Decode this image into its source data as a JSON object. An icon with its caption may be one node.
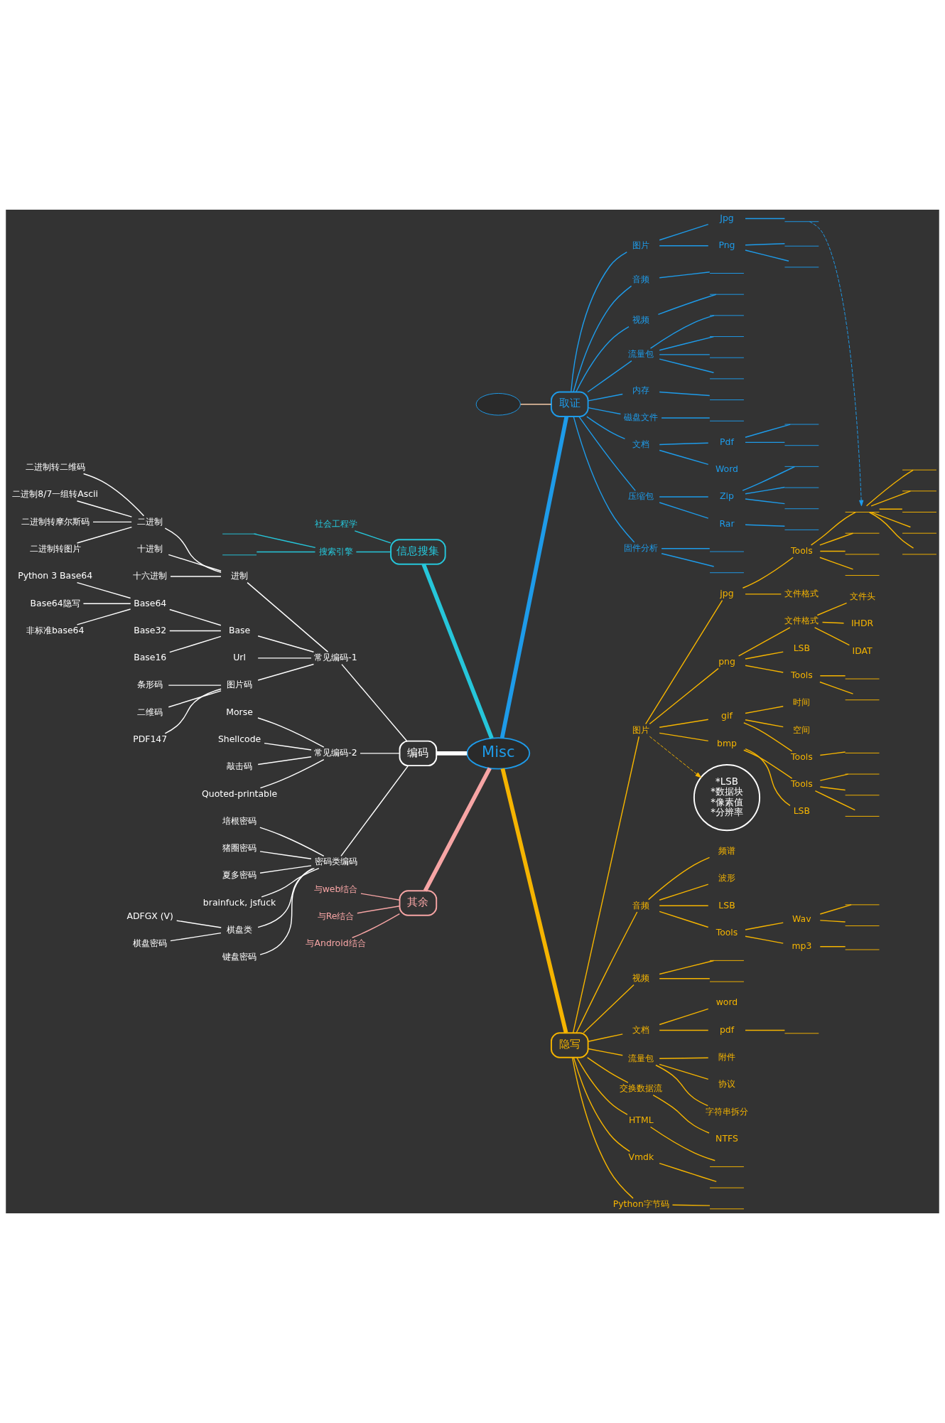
{
  "diagram": {
    "nodes": [
      {
        "text": [
          "Misc"
        ]
      },
      {
        "text": [],
        "shape": "ellipse"
      },
      {
        "text": [
          "取证"
        ]
      },
      {
        "text": [
          "图片"
        ]
      },
      {
        "text": [
          "Jpg"
        ]
      },
      {
        "text": [],
        "shape": "bar"
      },
      {
        "text": [
          "Png"
        ]
      },
      {
        "text": [],
        "shape": "bar"
      },
      {
        "text": [],
        "shape": "bar"
      },
      {
        "text": [
          "音频"
        ]
      },
      {
        "text": [],
        "shape": "bar"
      },
      {
        "text": [
          "视频"
        ]
      },
      {
        "text": [],
        "shape": "bar"
      },
      {
        "text": [
          "流量包"
        ]
      },
      {
        "text": [],
        "shape": "bar"
      },
      {
        "text": [],
        "shape": "bar"
      },
      {
        "text": [],
        "shape": "bar"
      },
      {
        "text": [],
        "shape": "bar"
      },
      {
        "text": [
          "内存"
        ]
      },
      {
        "text": [],
        "shape": "bar"
      },
      {
        "text": [
          "磁盘文件"
        ]
      },
      {
        "text": [],
        "shape": "bar"
      },
      {
        "text": [
          "文档"
        ]
      },
      {
        "text": [
          "Pdf"
        ]
      },
      {
        "text": [],
        "shape": "bar"
      },
      {
        "text": [],
        "shape": "bar"
      },
      {
        "text": [
          "Word"
        ]
      },
      {
        "text": [
          "压缩包"
        ]
      },
      {
        "text": [
          "Zip"
        ]
      },
      {
        "text": [],
        "shape": "bar"
      },
      {
        "text": [],
        "shape": "bar"
      },
      {
        "text": [],
        "shape": "bar"
      },
      {
        "text": [
          "Rar"
        ]
      },
      {
        "text": [],
        "shape": "bar"
      },
      {
        "text": [
          "固件分析"
        ]
      },
      {
        "text": [],
        "shape": "bar"
      },
      {
        "text": [],
        "shape": "bar"
      },
      {
        "text": [
          "信息搜集"
        ]
      },
      {
        "text": [
          "社会工程学"
        ]
      },
      {
        "text": [
          "搜索引擎"
        ]
      },
      {
        "text": [],
        "shape": "bar"
      },
      {
        "text": [],
        "shape": "bar"
      },
      {
        "text": [
          "编码"
        ]
      },
      {
        "text": [
          "常见编码-1"
        ]
      },
      {
        "text": [
          "进制"
        ]
      },
      {
        "text": [
          "二进制"
        ]
      },
      {
        "text": [
          "二进制转二维码"
        ]
      },
      {
        "text": [
          "二进制8/7一组转Ascii"
        ]
      },
      {
        "text": [
          "二进制转摩尔斯码"
        ]
      },
      {
        "text": [
          "二进制转图片"
        ]
      },
      {
        "text": [
          "十进制"
        ]
      },
      {
        "text": [
          "十六进制"
        ]
      },
      {
        "text": [
          "Base"
        ]
      },
      {
        "text": [
          "Base64"
        ]
      },
      {
        "text": [
          "Python 3 Base64"
        ]
      },
      {
        "text": [
          "Base64隐写"
        ]
      },
      {
        "text": [
          "非标准base64"
        ]
      },
      {
        "text": [
          "Base32"
        ]
      },
      {
        "text": [
          "Base16"
        ]
      },
      {
        "text": [
          "Url"
        ]
      },
      {
        "text": [
          "图片码"
        ]
      },
      {
        "text": [
          "条形码"
        ]
      },
      {
        "text": [
          "二维码"
        ]
      },
      {
        "text": [
          "PDF147"
        ]
      },
      {
        "text": [
          "常见编码-2"
        ]
      },
      {
        "text": [
          "Morse"
        ]
      },
      {
        "text": [
          "Shellcode"
        ]
      },
      {
        "text": [
          "敲击码"
        ]
      },
      {
        "text": [
          "Quoted-printable"
        ]
      },
      {
        "text": [
          "密码类编码"
        ]
      },
      {
        "text": [
          "培根密码"
        ]
      },
      {
        "text": [
          "猪圈密码"
        ]
      },
      {
        "text": [
          "夏多密码"
        ]
      },
      {
        "text": [
          "brainfuck, jsfuck"
        ]
      },
      {
        "text": [
          "棋盘类"
        ]
      },
      {
        "text": [
          "ADFGX (V)"
        ]
      },
      {
        "text": [
          "棋盘密码"
        ]
      },
      {
        "text": [
          "键盘密码"
        ]
      },
      {
        "text": [
          "其余"
        ]
      },
      {
        "text": [
          "与web结合"
        ]
      },
      {
        "text": [
          "与Re结合"
        ]
      },
      {
        "text": [
          "与Android结合"
        ]
      },
      {
        "text": [
          "隐写"
        ]
      },
      {
        "text": [
          "图片"
        ]
      },
      {
        "text": [
          "jpg"
        ]
      },
      {
        "text": [
          "Tools"
        ]
      },
      {
        "text": [],
        "shape": "bar"
      },
      {
        "text": [],
        "shape": "bar"
      },
      {
        "text": [],
        "shape": "bar"
      },
      {
        "text": [],
        "shape": "bar"
      },
      {
        "text": [],
        "shape": "bar"
      },
      {
        "text": [],
        "shape": "bar"
      },
      {
        "text": [],
        "shape": "bar"
      },
      {
        "text": [],
        "shape": "bar"
      },
      {
        "text": [],
        "shape": "bar"
      },
      {
        "text": [
          "文件格式"
        ]
      },
      {
        "text": [
          "png"
        ]
      },
      {
        "text": [
          "文件格式"
        ]
      },
      {
        "text": [
          "文件头"
        ]
      },
      {
        "text": [
          "IHDR"
        ]
      },
      {
        "text": [
          "IDAT"
        ]
      },
      {
        "text": [
          "LSB"
        ]
      },
      {
        "text": [
          "Tools"
        ]
      },
      {
        "text": [],
        "shape": "bar"
      },
      {
        "text": [],
        "shape": "bar"
      },
      {
        "text": [
          "gif"
        ]
      },
      {
        "text": [
          "时间"
        ]
      },
      {
        "text": [
          "空间"
        ]
      },
      {
        "text": [
          "Tools"
        ]
      },
      {
        "text": [],
        "shape": "bar"
      },
      {
        "text": [
          "bmp"
        ]
      },
      {
        "text": [
          "Tools"
        ]
      },
      {
        "text": [],
        "shape": "bar"
      },
      {
        "text": [],
        "shape": "bar"
      },
      {
        "text": [],
        "shape": "bar"
      },
      {
        "text": [
          "LSB"
        ]
      },
      {
        "text": [
          "音频"
        ]
      },
      {
        "text": [
          "频谱"
        ]
      },
      {
        "text": [
          "波形"
        ]
      },
      {
        "text": [
          "LSB"
        ]
      },
      {
        "text": [
          "Tools"
        ]
      },
      {
        "text": [
          "Wav"
        ]
      },
      {
        "text": [],
        "shape": "bar"
      },
      {
        "text": [],
        "shape": "bar"
      },
      {
        "text": [
          "mp3"
        ]
      },
      {
        "text": [],
        "shape": "bar"
      },
      {
        "text": [
          "视频"
        ]
      },
      {
        "text": [],
        "shape": "bar"
      },
      {
        "text": [],
        "shape": "bar"
      },
      {
        "text": [
          "文档"
        ]
      },
      {
        "text": [
          "word"
        ]
      },
      {
        "text": [
          "pdf"
        ]
      },
      {
        "text": [],
        "shape": "bar"
      },
      {
        "text": [
          "流量包"
        ]
      },
      {
        "text": [
          "附件"
        ]
      },
      {
        "text": [
          "协议"
        ]
      },
      {
        "text": [
          "字符串拆分"
        ]
      },
      {
        "text": [
          "交换数据流"
        ]
      },
      {
        "text": [
          "NTFS"
        ]
      },
      {
        "text": [
          "HTML"
        ]
      },
      {
        "text": [],
        "shape": "bar"
      },
      {
        "text": [
          "Vmdk"
        ]
      },
      {
        "text": [],
        "shape": "bar"
      },
      {
        "text": [
          "Python字节码"
        ]
      },
      {
        "text": [],
        "shape": "bar"
      },
      {
        "text": [
          "*LSB",
          "*数据块",
          "*像素值",
          "*分辨率"
        ]
      }
    ],
    "edges": [
      {
        "from": 0,
        "to": 2,
        "arrow": "none",
        "style": "thick",
        "color": "#1e9be9"
      },
      {
        "from": 1,
        "to": 2,
        "arrow": "none",
        "color": "#f5cba7"
      },
      {
        "from": 2,
        "to": 3,
        "arrow": "none",
        "color": "#1e9be9"
      },
      {
        "from": 3,
        "to": 4,
        "arrow": "none",
        "color": "#1e9be9"
      },
      {
        "from": 4,
        "to": 5,
        "arrow": "none",
        "color": "#1e9be9"
      },
      {
        "from": 3,
        "to": 6,
        "arrow": "none",
        "color": "#1e9be9"
      },
      {
        "from": 6,
        "to": 7,
        "arrow": "none",
        "color": "#1e9be9"
      },
      {
        "from": 6,
        "to": 8,
        "arrow": "none",
        "color": "#1e9be9"
      },
      {
        "from": 2,
        "to": 9,
        "arrow": "none",
        "color": "#1e9be9"
      },
      {
        "from": 9,
        "to": 10,
        "arrow": "none",
        "color": "#1e9be9"
      },
      {
        "from": 2,
        "to": 11,
        "arrow": "none",
        "color": "#1e9be9"
      },
      {
        "from": 11,
        "to": 12,
        "arrow": "none",
        "color": "#1e9be9"
      },
      {
        "from": 2,
        "to": 13,
        "arrow": "none",
        "color": "#1e9be9"
      },
      {
        "from": 13,
        "to": 14,
        "arrow": "none",
        "color": "#1e9be9"
      },
      {
        "from": 13,
        "to": 15,
        "arrow": "none",
        "color": "#1e9be9"
      },
      {
        "from": 13,
        "to": 16,
        "arrow": "none",
        "color": "#1e9be9"
      },
      {
        "from": 13,
        "to": 17,
        "arrow": "none",
        "color": "#1e9be9"
      },
      {
        "from": 2,
        "to": 18,
        "arrow": "none",
        "color": "#1e9be9"
      },
      {
        "from": 18,
        "to": 19,
        "arrow": "none",
        "color": "#1e9be9"
      },
      {
        "from": 2,
        "to": 20,
        "arrow": "none",
        "color": "#1e9be9"
      },
      {
        "from": 20,
        "to": 21,
        "arrow": "none",
        "color": "#1e9be9"
      },
      {
        "from": 2,
        "to": 22,
        "arrow": "none",
        "color": "#1e9be9"
      },
      {
        "from": 22,
        "to": 23,
        "arrow": "none",
        "color": "#1e9be9"
      },
      {
        "from": 23,
        "to": 24,
        "arrow": "none",
        "color": "#1e9be9"
      },
      {
        "from": 23,
        "to": 25,
        "arrow": "none",
        "color": "#1e9be9"
      },
      {
        "from": 22,
        "to": 26,
        "arrow": "none",
        "color": "#1e9be9"
      },
      {
        "from": 2,
        "to": 27,
        "arrow": "none",
        "color": "#1e9be9"
      },
      {
        "from": 27,
        "to": 28,
        "arrow": "none",
        "color": "#1e9be9"
      },
      {
        "from": 28,
        "to": 29,
        "arrow": "none",
        "color": "#1e9be9"
      },
      {
        "from": 28,
        "to": 30,
        "arrow": "none",
        "color": "#1e9be9"
      },
      {
        "from": 28,
        "to": 31,
        "arrow": "none",
        "color": "#1e9be9"
      },
      {
        "from": 27,
        "to": 32,
        "arrow": "none",
        "color": "#1e9be9"
      },
      {
        "from": 32,
        "to": 33,
        "arrow": "none",
        "color": "#1e9be9"
      },
      {
        "from": 2,
        "to": 34,
        "arrow": "none",
        "color": "#1e9be9"
      },
      {
        "from": 34,
        "to": 35,
        "arrow": "none",
        "color": "#1e9be9"
      },
      {
        "from": 34,
        "to": 36,
        "arrow": "none",
        "color": "#1e9be9"
      },
      {
        "from": 0,
        "to": 37,
        "arrow": "none",
        "style": "thick",
        "color": "#26c6da"
      },
      {
        "from": 37,
        "to": 38,
        "arrow": "none",
        "color": "#26c6da"
      },
      {
        "from": 37,
        "to": 39,
        "arrow": "none",
        "color": "#26c6da"
      },
      {
        "from": 39,
        "to": 40,
        "arrow": "none",
        "color": "#26c6da"
      },
      {
        "from": 39,
        "to": 41,
        "arrow": "none",
        "color": "#26c6da"
      },
      {
        "from": 0,
        "to": 42,
        "arrow": "none",
        "style": "thick",
        "color": "#ffffff"
      },
      {
        "from": 42,
        "to": 43,
        "arrow": "none",
        "color": "#ffffff"
      },
      {
        "from": 43,
        "to": 44,
        "arrow": "none",
        "color": "#ffffff"
      },
      {
        "from": 44,
        "to": 45,
        "arrow": "none",
        "color": "#ffffff"
      },
      {
        "from": 45,
        "to": 46,
        "arrow": "none",
        "color": "#ffffff"
      },
      {
        "from": 45,
        "to": 47,
        "arrow": "none",
        "color": "#ffffff"
      },
      {
        "from": 45,
        "to": 48,
        "arrow": "none",
        "color": "#ffffff"
      },
      {
        "from": 45,
        "to": 49,
        "arrow": "none",
        "color": "#ffffff"
      },
      {
        "from": 44,
        "to": 50,
        "arrow": "none",
        "color": "#ffffff"
      },
      {
        "from": 44,
        "to": 51,
        "arrow": "none",
        "color": "#ffffff"
      },
      {
        "from": 43,
        "to": 52,
        "arrow": "none",
        "color": "#ffffff"
      },
      {
        "from": 52,
        "to": 53,
        "arrow": "none",
        "color": "#ffffff"
      },
      {
        "from": 53,
        "to": 54,
        "arrow": "none",
        "color": "#ffffff"
      },
      {
        "from": 53,
        "to": 55,
        "arrow": "none",
        "color": "#ffffff"
      },
      {
        "from": 53,
        "to": 56,
        "arrow": "none",
        "color": "#ffffff"
      },
      {
        "from": 52,
        "to": 57,
        "arrow": "none",
        "color": "#ffffff"
      },
      {
        "from": 52,
        "to": 58,
        "arrow": "none",
        "color": "#ffffff"
      },
      {
        "from": 43,
        "to": 59,
        "arrow": "none",
        "color": "#ffffff"
      },
      {
        "from": 43,
        "to": 60,
        "arrow": "none",
        "color": "#ffffff"
      },
      {
        "from": 60,
        "to": 61,
        "arrow": "none",
        "color": "#ffffff"
      },
      {
        "from": 60,
        "to": 62,
        "arrow": "none",
        "color": "#ffffff"
      },
      {
        "from": 60,
        "to": 63,
        "arrow": "none",
        "color": "#ffffff"
      },
      {
        "from": 42,
        "to": 64,
        "arrow": "none",
        "color": "#ffffff"
      },
      {
        "from": 64,
        "to": 65,
        "arrow": "none",
        "color": "#ffffff"
      },
      {
        "from": 64,
        "to": 66,
        "arrow": "none",
        "color": "#ffffff"
      },
      {
        "from": 64,
        "to": 67,
        "arrow": "none",
        "color": "#ffffff"
      },
      {
        "from": 64,
        "to": 68,
        "arrow": "none",
        "color": "#ffffff"
      },
      {
        "from": 42,
        "to": 69,
        "arrow": "none",
        "color": "#ffffff"
      },
      {
        "from": 69,
        "to": 70,
        "arrow": "none",
        "color": "#ffffff"
      },
      {
        "from": 69,
        "to": 71,
        "arrow": "none",
        "color": "#ffffff"
      },
      {
        "from": 69,
        "to": 72,
        "arrow": "none",
        "color": "#ffffff"
      },
      {
        "from": 69,
        "to": 73,
        "arrow": "none",
        "color": "#ffffff"
      },
      {
        "from": 69,
        "to": 74,
        "arrow": "none",
        "color": "#ffffff"
      },
      {
        "from": 74,
        "to": 75,
        "arrow": "none",
        "color": "#ffffff"
      },
      {
        "from": 74,
        "to": 76,
        "arrow": "none",
        "color": "#ffffff"
      },
      {
        "from": 69,
        "to": 77,
        "arrow": "none",
        "color": "#ffffff"
      },
      {
        "from": 0,
        "to": 78,
        "arrow": "none",
        "style": "thick",
        "color": "#f7a5a5"
      },
      {
        "from": 78,
        "to": 79,
        "arrow": "none",
        "color": "#f7a5a5"
      },
      {
        "from": 78,
        "to": 80,
        "arrow": "none",
        "color": "#f7a5a5"
      },
      {
        "from": 78,
        "to": 81,
        "arrow": "none",
        "color": "#f7a5a5"
      },
      {
        "from": 0,
        "to": 82,
        "arrow": "none",
        "style": "thick"
      },
      {
        "from": 82,
        "to": 83,
        "arrow": "none"
      },
      {
        "from": 83,
        "to": 84,
        "arrow": "none"
      },
      {
        "from": 84,
        "to": 85,
        "arrow": "none"
      },
      {
        "from": 85,
        "to": 86,
        "arrow": "none"
      },
      {
        "from": 85,
        "to": 87,
        "arrow": "none"
      },
      {
        "from": 87,
        "to": 88,
        "arrow": "none"
      },
      {
        "from": 87,
        "to": 89,
        "arrow": "none"
      },
      {
        "from": 87,
        "to": 90,
        "arrow": "none"
      },
      {
        "from": 87,
        "to": 91,
        "arrow": "none"
      },
      {
        "from": 87,
        "to": 92,
        "arrow": "none"
      },
      {
        "from": 85,
        "to": 93,
        "arrow": "none"
      },
      {
        "from": 85,
        "to": 94,
        "arrow": "none"
      },
      {
        "from": 84,
        "to": 95,
        "arrow": "none"
      },
      {
        "from": 83,
        "to": 96,
        "arrow": "none"
      },
      {
        "from": 96,
        "to": 97,
        "arrow": "none"
      },
      {
        "from": 97,
        "to": 98,
        "arrow": "none"
      },
      {
        "from": 97,
        "to": 99,
        "arrow": "none"
      },
      {
        "from": 97,
        "to": 100,
        "arrow": "none"
      },
      {
        "from": 96,
        "to": 101,
        "arrow": "none"
      },
      {
        "from": 96,
        "to": 102,
        "arrow": "none"
      },
      {
        "from": 102,
        "to": 103,
        "arrow": "none"
      },
      {
        "from": 102,
        "to": 104,
        "arrow": "none"
      },
      {
        "from": 83,
        "to": 105,
        "arrow": "none"
      },
      {
        "from": 105,
        "to": 106,
        "arrow": "none"
      },
      {
        "from": 105,
        "to": 107,
        "arrow": "none"
      },
      {
        "from": 105,
        "to": 108,
        "arrow": "none"
      },
      {
        "from": 108,
        "to": 109,
        "arrow": "none"
      },
      {
        "from": 83,
        "to": 110,
        "arrow": "none"
      },
      {
        "from": 110,
        "to": 111,
        "arrow": "none"
      },
      {
        "from": 111,
        "to": 112,
        "arrow": "none"
      },
      {
        "from": 111,
        "to": 113,
        "arrow": "none"
      },
      {
        "from": 111,
        "to": 114,
        "arrow": "none"
      },
      {
        "from": 110,
        "to": 115,
        "arrow": "none"
      },
      {
        "from": 82,
        "to": 116,
        "arrow": "none"
      },
      {
        "from": 116,
        "to": 117,
        "arrow": "none"
      },
      {
        "from": 116,
        "to": 118,
        "arrow": "none"
      },
      {
        "from": 116,
        "to": 119,
        "arrow": "none"
      },
      {
        "from": 116,
        "to": 120,
        "arrow": "none"
      },
      {
        "from": 120,
        "to": 121,
        "arrow": "none"
      },
      {
        "from": 121,
        "to": 122,
        "arrow": "none"
      },
      {
        "from": 121,
        "to": 123,
        "arrow": "none"
      },
      {
        "from": 120,
        "to": 124,
        "arrow": "none"
      },
      {
        "from": 124,
        "to": 125,
        "arrow": "none"
      },
      {
        "from": 82,
        "to": 126,
        "arrow": "none"
      },
      {
        "from": 126,
        "to": 127,
        "arrow": "none"
      },
      {
        "from": 126,
        "to": 128,
        "arrow": "none"
      },
      {
        "from": 82,
        "to": 129,
        "arrow": "none"
      },
      {
        "from": 129,
        "to": 130,
        "arrow": "none"
      },
      {
        "from": 129,
        "to": 131,
        "arrow": "none"
      },
      {
        "from": 131,
        "to": 132,
        "arrow": "none"
      },
      {
        "from": 82,
        "to": 133,
        "arrow": "none"
      },
      {
        "from": 133,
        "to": 134,
        "arrow": "none"
      },
      {
        "from": 133,
        "to": 135,
        "arrow": "none"
      },
      {
        "from": 133,
        "to": 136,
        "arrow": "none"
      },
      {
        "from": 82,
        "to": 137,
        "arrow": "none"
      },
      {
        "from": 137,
        "to": 138,
        "arrow": "none"
      },
      {
        "from": 82,
        "to": 139,
        "arrow": "none"
      },
      {
        "from": 139,
        "to": 140,
        "arrow": "none"
      },
      {
        "from": 82,
        "to": 141,
        "arrow": "none"
      },
      {
        "from": 141,
        "to": 142,
        "arrow": "none"
      },
      {
        "from": 82,
        "to": 143,
        "arrow": "none"
      },
      {
        "from": 143,
        "to": 144,
        "arrow": "none"
      },
      {
        "from": 5,
        "to": 87,
        "arrow": "to",
        "style": "dashed",
        "color": "#1e9be9"
      },
      {
        "from": 83,
        "to": 145,
        "arrow": "to",
        "style": "dashed"
      }
    ]
  }
}
